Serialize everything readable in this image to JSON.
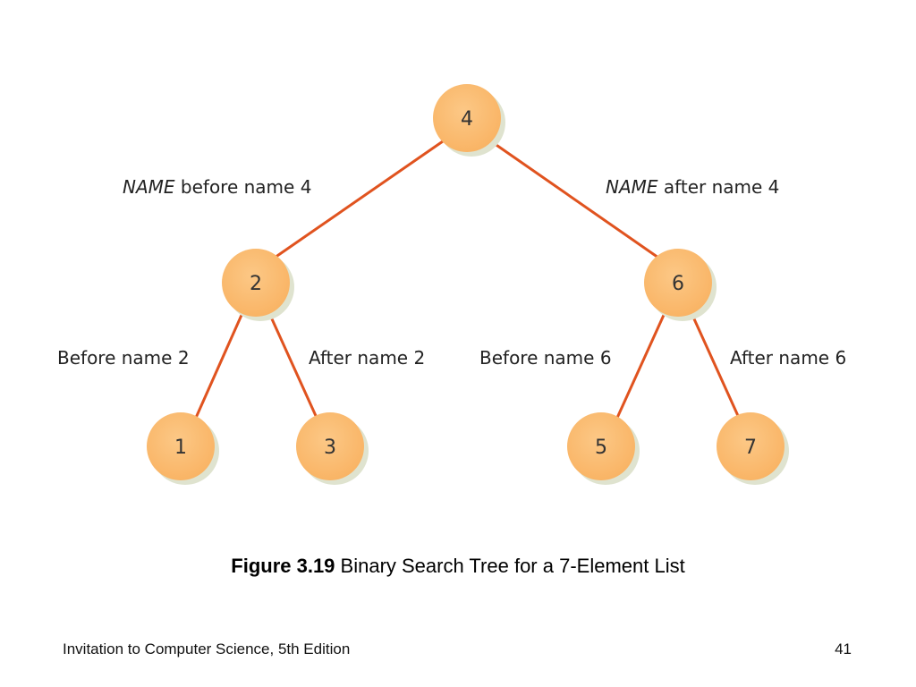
{
  "diagram": {
    "nodes": [
      {
        "id": "n4",
        "label": "4"
      },
      {
        "id": "n2",
        "label": "2"
      },
      {
        "id": "n6",
        "label": "6"
      },
      {
        "id": "n1",
        "label": "1"
      },
      {
        "id": "n3",
        "label": "3"
      },
      {
        "id": "n5",
        "label": "5"
      },
      {
        "id": "n7",
        "label": "7"
      }
    ],
    "edges": [
      {
        "from": "n4",
        "to": "n2",
        "label_em": "NAME",
        "label_rest": " before name 4"
      },
      {
        "from": "n4",
        "to": "n6",
        "label_em": "NAME",
        "label_rest": " after name 4"
      },
      {
        "from": "n2",
        "to": "n1",
        "label_em": "",
        "label_rest": "Before name 2"
      },
      {
        "from": "n2",
        "to": "n3",
        "label_em": "",
        "label_rest": "After name 2"
      },
      {
        "from": "n6",
        "to": "n5",
        "label_em": "",
        "label_rest": "Before name 6"
      },
      {
        "from": "n6",
        "to": "n7",
        "label_em": "",
        "label_rest": "After name 6"
      }
    ],
    "colors": {
      "node_fill": "#fbbf73",
      "node_shadow": "#d9dec8",
      "edge": "#e0531f"
    }
  },
  "caption": {
    "figure_number": "Figure 3.19",
    "text": " Binary Search Tree for a 7-Element List"
  },
  "footer": {
    "left": "Invitation to Computer Science, 5th Edition",
    "right": "41"
  }
}
